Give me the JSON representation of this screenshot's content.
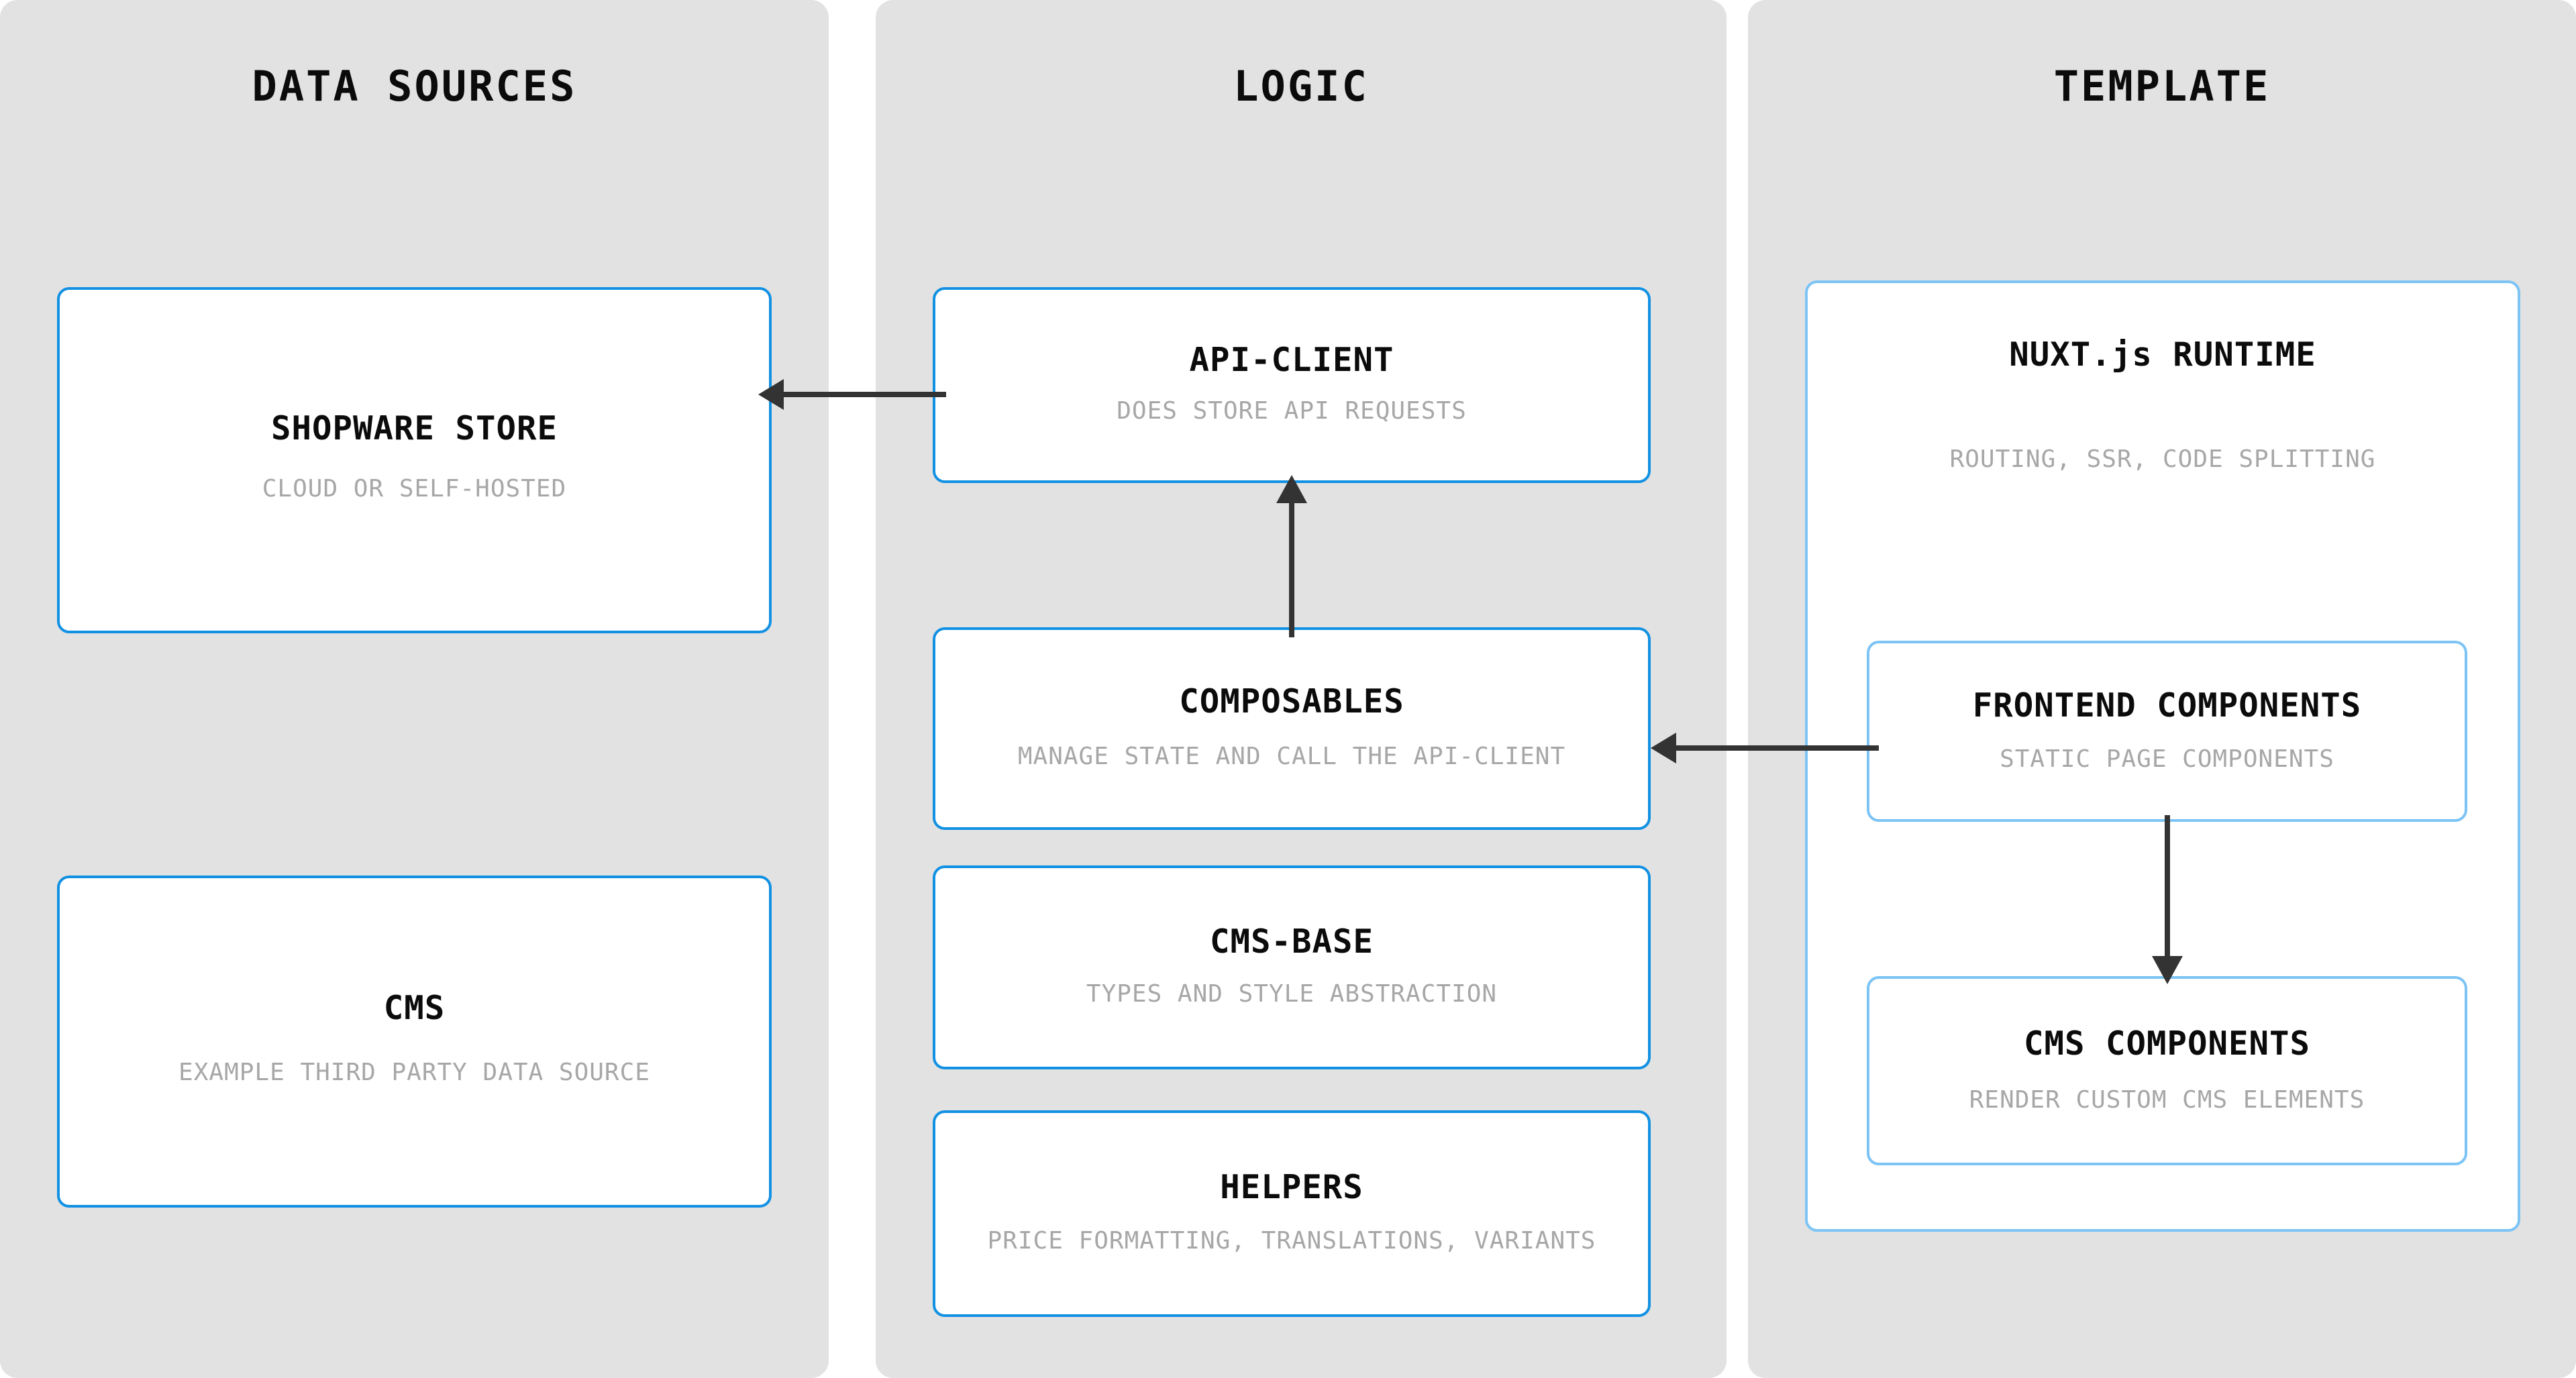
{
  "diagram": {
    "title": "Shopware Nuxt frontend architecture",
    "colors": {
      "panel_background": "#e2e2e2",
      "card_border_primary": "#1291e3",
      "card_border_light": "#7cc4f5",
      "card_background": "#ffffff",
      "title_text": "#0b0b0b",
      "subtitle_text": "#a7a7a7",
      "connector": "#333333",
      "page_background": "#ffffff"
    }
  },
  "columns": [
    {
      "id": "data-sources",
      "title": "DATA SOURCES",
      "cards": [
        {
          "id": "shopware-store",
          "title": "SHOPWARE STORE",
          "subtitle": "CLOUD OR SELF-HOSTED"
        },
        {
          "id": "cms",
          "title": "CMS",
          "subtitle": "EXAMPLE THIRD PARTY DATA SOURCE"
        }
      ]
    },
    {
      "id": "logic",
      "title": "LOGIC",
      "cards": [
        {
          "id": "api-client",
          "title": "API-CLIENT",
          "subtitle": "DOES STORE API REQUESTS"
        },
        {
          "id": "composables",
          "title": "COMPOSABLES",
          "subtitle": "MANAGE STATE AND CALL THE API-CLIENT"
        },
        {
          "id": "cms-base",
          "title": "CMS-BASE",
          "subtitle": "TYPES AND STYLE ABSTRACTION"
        },
        {
          "id": "helpers",
          "title": "HELPERS",
          "subtitle": "PRICE FORMATTING, TRANSLATIONS, VARIANTS"
        }
      ]
    },
    {
      "id": "template",
      "title": "TEMPLATE",
      "cards": [
        {
          "id": "nuxt-runtime",
          "title": "NUXT.js RUNTIME",
          "subtitle": "ROUTING, SSR, CODE SPLITTING"
        },
        {
          "id": "frontend-components",
          "title": "FRONTEND COMPONENTS",
          "subtitle": "STATIC PAGE COMPONENTS"
        },
        {
          "id": "cms-components",
          "title": "CMS COMPONENTS",
          "subtitle": "RENDER CUSTOM CMS ELEMENTS"
        }
      ]
    }
  ],
  "connections": [
    {
      "id": "api-client-to-shopware-store",
      "from": "api-client",
      "to": "shopware-store",
      "direction": "left"
    },
    {
      "id": "composables-to-api-client",
      "from": "composables",
      "to": "api-client",
      "direction": "up"
    },
    {
      "id": "frontend-components-to-composables",
      "from": "frontend-components",
      "to": "composables",
      "direction": "left"
    },
    {
      "id": "frontend-components-to-cms-components",
      "from": "frontend-components",
      "to": "cms-components",
      "direction": "down"
    }
  ]
}
